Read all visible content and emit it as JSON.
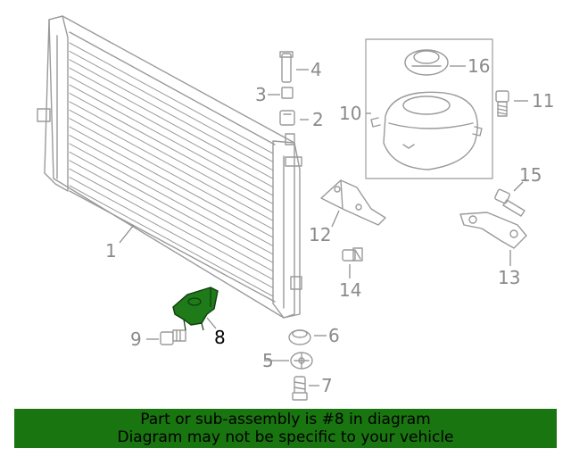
{
  "callouts": {
    "c1": "1",
    "c2": "2",
    "c3": "3",
    "c4": "4",
    "c5": "5",
    "c6": "6",
    "c7": "7",
    "c8": "8",
    "c9": "9",
    "c10": "10",
    "c11": "11",
    "c12": "12",
    "c13": "13",
    "c14": "14",
    "c15": "15",
    "c16": "16"
  },
  "highlight_part": "8",
  "colors": {
    "highlight_fill": "#1f7a1a",
    "banner_bg": "#19750f",
    "line_gray": "#9a9a9a"
  },
  "banner": {
    "line1": "Part or sub-assembly is #8 in diagram",
    "line2": "Diagram may not be specific to your vehicle"
  }
}
